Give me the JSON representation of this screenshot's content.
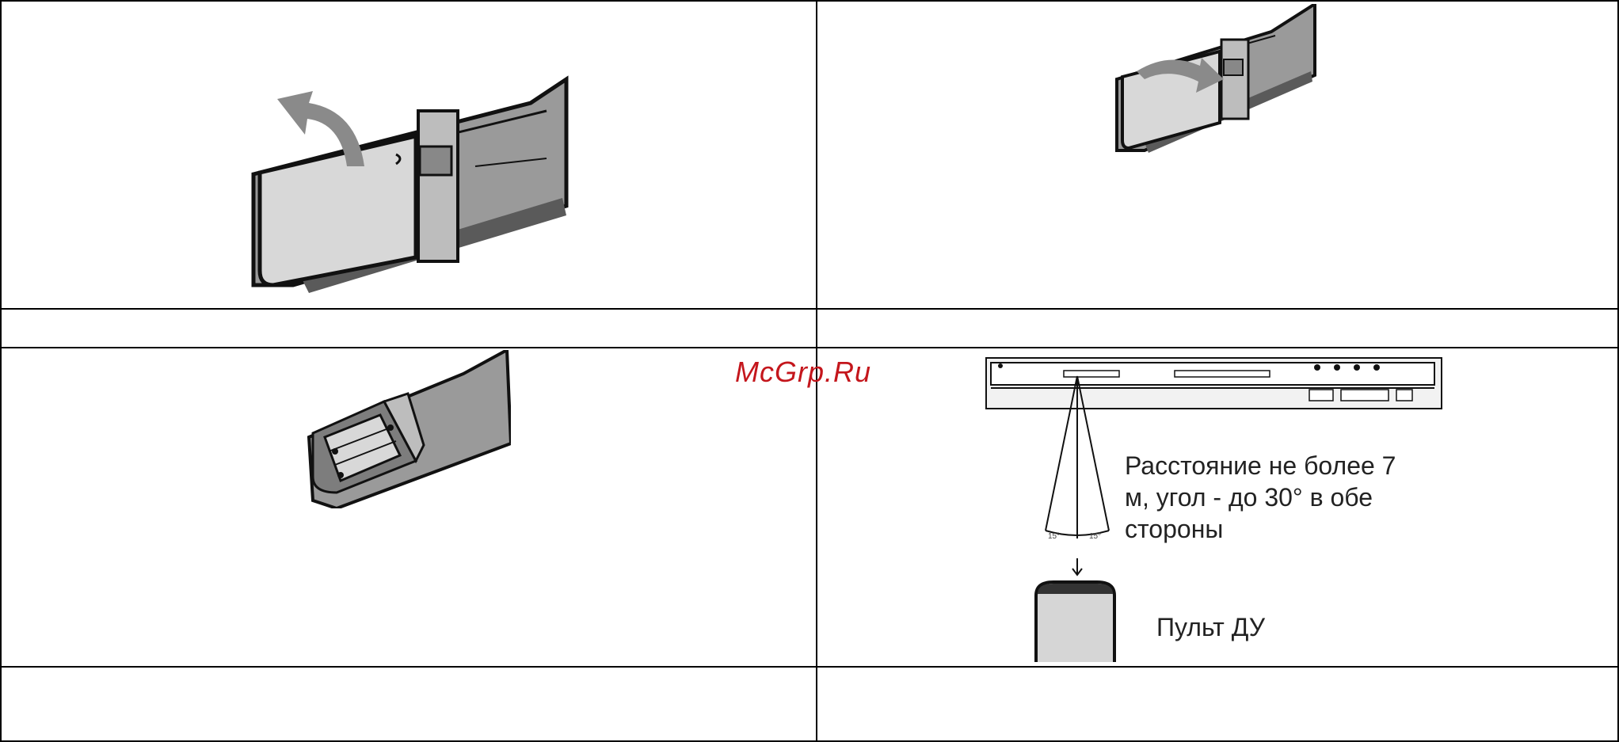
{
  "watermark": {
    "text": "McGrp.Ru"
  },
  "panel_remote_range": {
    "range_text_line1": "Расстояние не более 7",
    "range_text_line2": "м, угол - до 30° в обе",
    "range_text_line3": "стороны",
    "remote_label": "Пульт ДУ",
    "angle_left": "15°",
    "angle_right": "15°"
  },
  "colors": {
    "table_border": "#000000",
    "watermark": "#c4161c",
    "arrow": "#8a8a8a",
    "remote_body": "#9a9a9a",
    "remote_light": "#d6d6d6"
  },
  "icons": {
    "cover_remove": "remote-cover-open-illustration",
    "cover_close": "remote-cover-close-illustration",
    "battery_compartment": "battery-compartment-illustration",
    "player_front": "dvd-player-front-illustration",
    "remote_top": "remote-control-illustration"
  }
}
